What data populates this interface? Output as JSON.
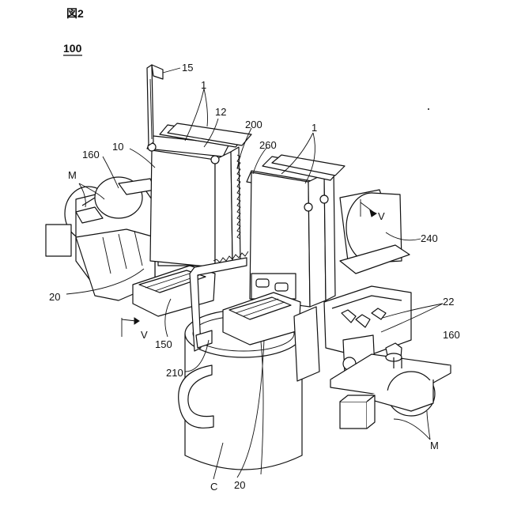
{
  "figure": {
    "title": "図2",
    "ref": "100"
  },
  "labels": {
    "l15": "15",
    "l1_top": "1",
    "l12": "12",
    "l200": "200",
    "l260": "260",
    "l1_right": "1",
    "l10": "10",
    "l160_left": "160",
    "lM_left": "M",
    "lV_right": "V",
    "l240": "240",
    "l20_left": "20",
    "lV_left": "V",
    "l150": "150",
    "l22": "22",
    "l160_right": "160",
    "l210": "210",
    "lM_right": "M",
    "lC": "C",
    "l20_bottom": "20"
  }
}
